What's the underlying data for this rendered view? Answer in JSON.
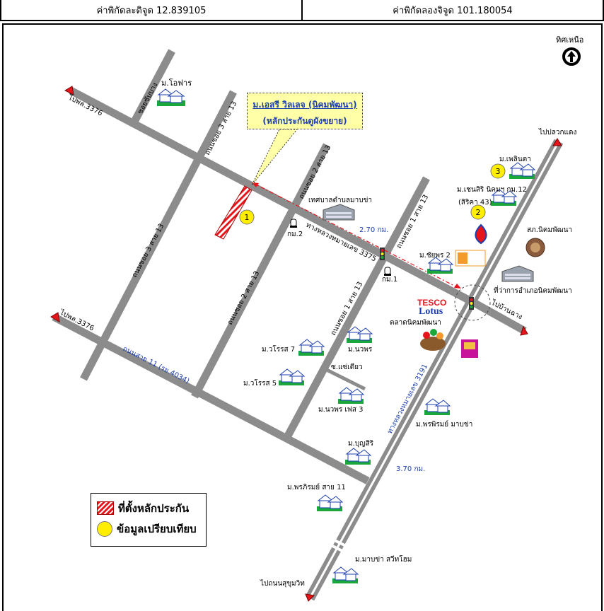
{
  "header": {
    "lat_label": "ค่าพิกัดละติจูด 12.839105",
    "lon_label": "ค่าพิกัดลองจิจูด 101.180054"
  },
  "north": {
    "label": "ทิศเหนือ"
  },
  "callout": {
    "title": "ม.เอสรี วิลเลจ (นิคมพัฒนา)",
    "subtitle": "(หลักประกันดูผังขยาย)"
  },
  "places": {
    "m_ofar": "ม.โอฟาร",
    "soi_subbang": "ซอยซับบาง",
    "to_pl3376_top": "ไปพล.3376",
    "to_pl3376_left": "ไปพล.3376",
    "to_plaukdaeng": "ไปปลวกแดง",
    "to_banchang": "ไปบ้านฉาง",
    "to_sukhumvit": "ไปถนนสุขุมวิท",
    "m_phloenta": "ม.เพลินตา",
    "m_chensiri": "ม.เชนสิริ นิคมฯ กม.12",
    "sirika": "(สิริคา 43)",
    "sor_nikom": "สภ.นิคมพัฒนา",
    "amphoe_office": "ที่ว่าการอำเภอนิคมพัฒนา",
    "tesco": "TESCO",
    "lotus": "Lotus",
    "market": "ตลาดนิคมพัฒนา",
    "m_chaiyaporn": "ม.ชัยพร 2",
    "km1": "กม.1",
    "km2": "กม.2",
    "tessaban": "เทศบาลตำบลมาบข่า",
    "m_warot7": "ม.วโรรส 7",
    "m_nawaporn": "ม.นวพร",
    "m_warot5": "ม.วโรรส 5",
    "soi_saekiew": "ซ.แซ่เตียว",
    "m_nawaporn_ville3": "ม.นวพร เฟส 3",
    "m_phornpirom_mabkha": "ม.พรพิรมย์ มาบข่า",
    "m_boonsiri": "ม.บุญสิริ",
    "m_phornpirom11": "ม.พรภิรมย์ สาย 11",
    "m_mabkha_sweet": "ม.มาบข่า สวีทโฮม"
  },
  "roads": {
    "soi3_13_a": "ถนนซอย 3 สาย 13",
    "soi3_13_b": "ถนนซอย 3 สาย 13",
    "soi2_13_a": "ถนนซอย 2 สาย 13",
    "soi2_13_b": "ถนนซอย 2 สาย 13",
    "soi1_13_a": "ถนนซอย 1 สาย 13",
    "soi1_13_b": "ถนนซอย 1 สาย 13",
    "hwy3375": "ทางหลวงหมายเลข 3375",
    "road11": "ถนนสาย 11 (รย.4034)",
    "hwy3191": "ทางหลวงหมายเลข 3191"
  },
  "distances": {
    "d1": "2.70 กม.",
    "d2": "3.70 กม."
  },
  "markers": {
    "m1": "1",
    "m2": "2",
    "m3": "3"
  },
  "legend": {
    "collateral": "ที่ตั้งหลักประกัน",
    "comparison": "ข้อมูลเปรียบเทียบ"
  },
  "colors": {
    "road": "#8c8c8c",
    "highway_stripe": "#ffffff",
    "marker": "#ffee00",
    "collateral": "#e8141c",
    "arrow": "#e8141c",
    "label_blue": "#1c3fb0",
    "callout_bg": "#ffffa8"
  }
}
